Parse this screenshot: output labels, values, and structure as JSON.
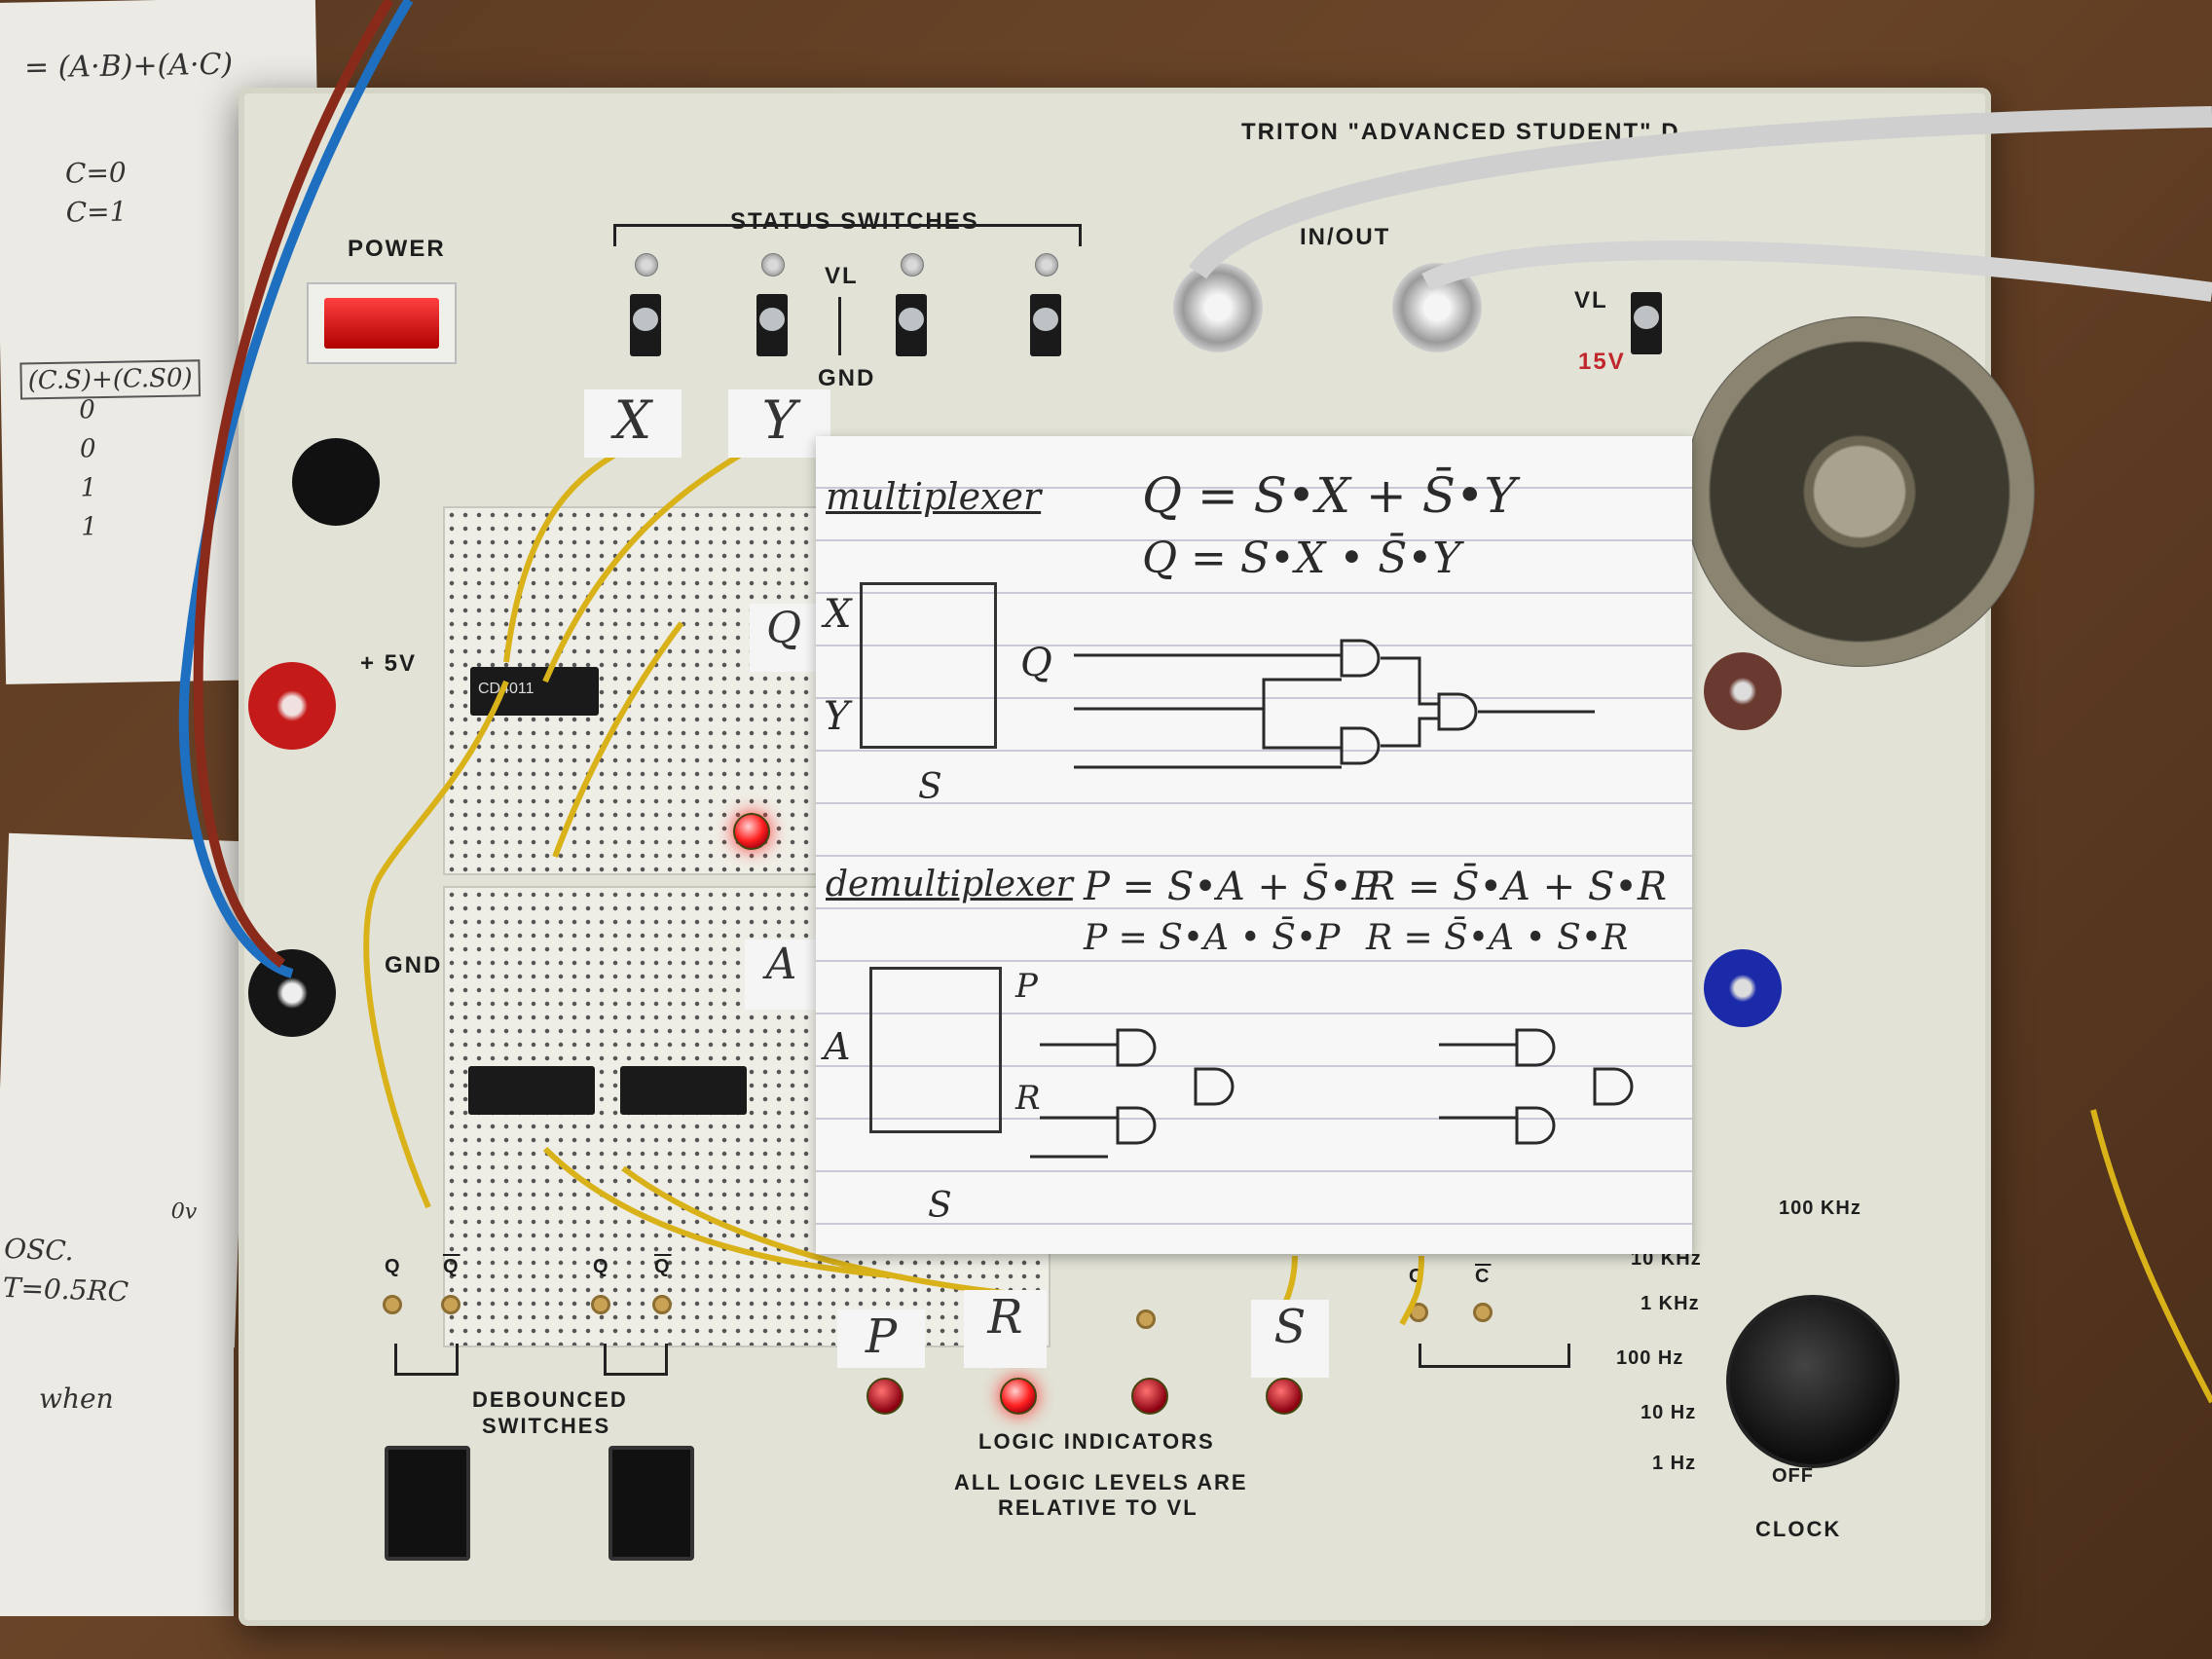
{
  "panel": {
    "brand": "TRITON \"ADVANCED STUDENT\" D",
    "power_label": "POWER",
    "status_switches_label": "STATUS SWITCHES",
    "vl_label": "VL",
    "gnd_label": "GND",
    "in_out_label": "IN/OUT",
    "vl_right_label": "VL",
    "v15_label": "15V",
    "plus5v_label": "+ 5V",
    "gnd_post_label": "GND",
    "q_label_1": "Q",
    "qbar_label_1": "Q",
    "q_label_2": "Q",
    "qbar_label_2": "Q",
    "debounced_label": "DEBOUNCED",
    "switches_label": "SWITCHES",
    "logic_indicators_label": "LOGIC   INDICATORS",
    "all_logic_label": "ALL LOGIC LEVELS ARE",
    "relative_label": "RELATIVE TO VL",
    "c_label": "C",
    "cbar_label": "C",
    "clock_label": "CLOCK",
    "clock_freqs": [
      "100 KHz",
      "10 KHz",
      "1 KHz",
      "100 Hz",
      "10 Hz",
      "1 Hz",
      "OFF"
    ],
    "chip_label": "CD4011"
  },
  "tags": {
    "x": "X",
    "y": "Y",
    "q": "Q",
    "a": "A",
    "p": "P",
    "r": "R",
    "s": "S"
  },
  "note": {
    "mux_title": "multiplexer",
    "mux_eq1": "Q = S•X + S̄•Y",
    "mux_eq2": "Q = S•X • S̄•Y",
    "mux_x": "X",
    "mux_y": "Y",
    "mux_q": "Q",
    "mux_s": "S",
    "demux_title": "demultiplexer",
    "demux_eq_p1": "P = S•A + S̄•P",
    "demux_eq_p2": "P = S•A • S̄•P",
    "demux_eq_r1": "R = S̄•A + S•R",
    "demux_eq_r2": "R = S̄•A • S•R",
    "demux_a": "A",
    "demux_p": "P",
    "demux_r": "R",
    "demux_s": "S"
  },
  "side_notes": {
    "line1": "= (A·B)+(A·C)",
    "line2": "C=0",
    "line3": "C=1",
    "line4": "(C.S)+(C.S0)",
    "line5": "0",
    "line6": "0",
    "line7": "1",
    "line8": "1",
    "line9": "OSC.",
    "line10": "T=0.5RC",
    "line11": "when",
    "line12": "0v"
  }
}
